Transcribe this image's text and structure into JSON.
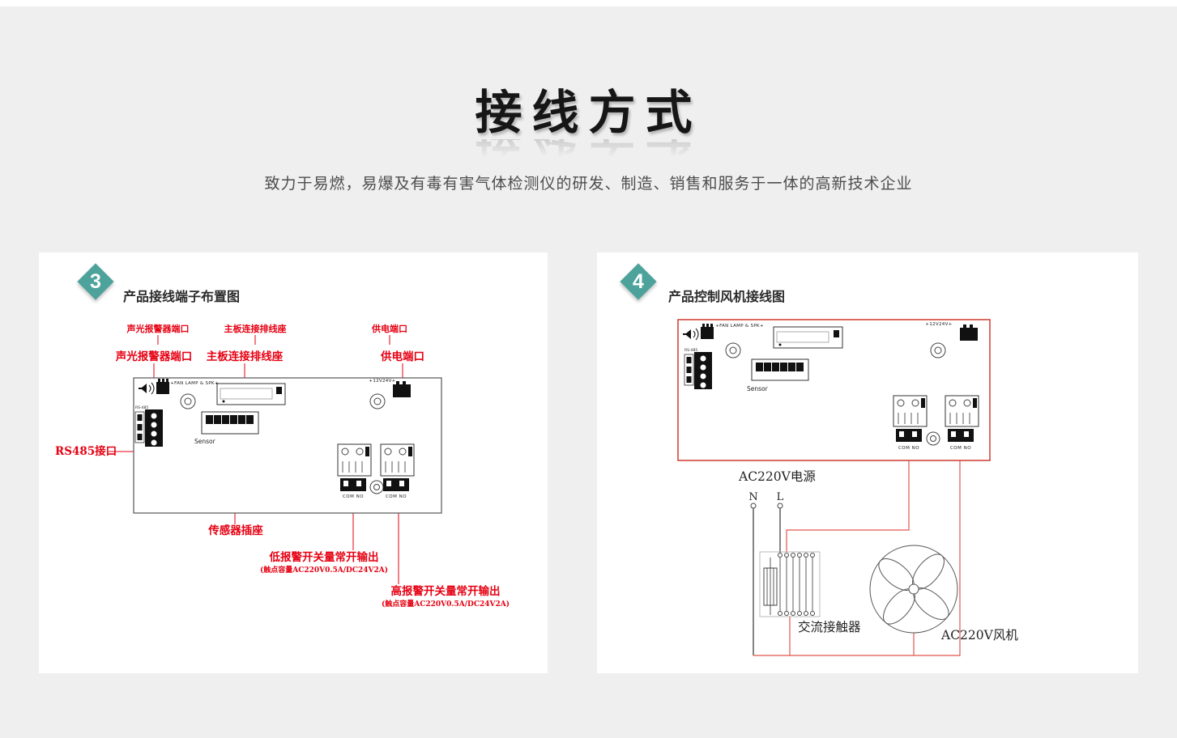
{
  "page": {
    "title": "接线方式",
    "subtitle": "致力于易燃，易爆及有毒有害气体检测仪的研发、制造、销售和服务于一体的高新技术企业",
    "accent_color": "#4da39b",
    "callout_color": "#e60012"
  },
  "left_panel": {
    "badge": "3",
    "title": "产品接线端子布置图",
    "callouts": {
      "alarm_port_top": "声光报警器端口",
      "mainboard_top": "主板连接排线座",
      "power_port_top": "供电端口",
      "alarm_port": "声光报警器端口",
      "mainboard": "主板连接排线座",
      "power_port": "供电端口",
      "rs485": "RS485接口",
      "sensor_socket": "传感器插座",
      "low_alarm": "低报警开关量常开输出",
      "low_alarm_spec": "(触点容量AC220V0.5A/DC24V2A)",
      "high_alarm": "高报警开关量常开输出",
      "high_alarm_spec": "(触点容量AC220V0.5A/DC24V2A)"
    },
    "board": {
      "header_left": "+FAN LAMP & SPK+",
      "header_right": "+12V24V+",
      "rs485_label": "RS-485",
      "sensor_label": "Sensor",
      "relay_label": "COM NO"
    }
  },
  "right_panel": {
    "badge": "4",
    "title": "产品控制风机接线图",
    "board": {
      "header_left": "+FAN LAMP & SPK+",
      "header_right": "+12V24V+",
      "rs485_label": "RS-485",
      "sensor_label": "Sensor",
      "relay_label": "COM NO"
    },
    "wiring": {
      "power_label": "AC220V电源",
      "neutral": "N",
      "live": "L",
      "contactor_label": "交流接触器",
      "fan_label": "AC220V风机"
    }
  }
}
